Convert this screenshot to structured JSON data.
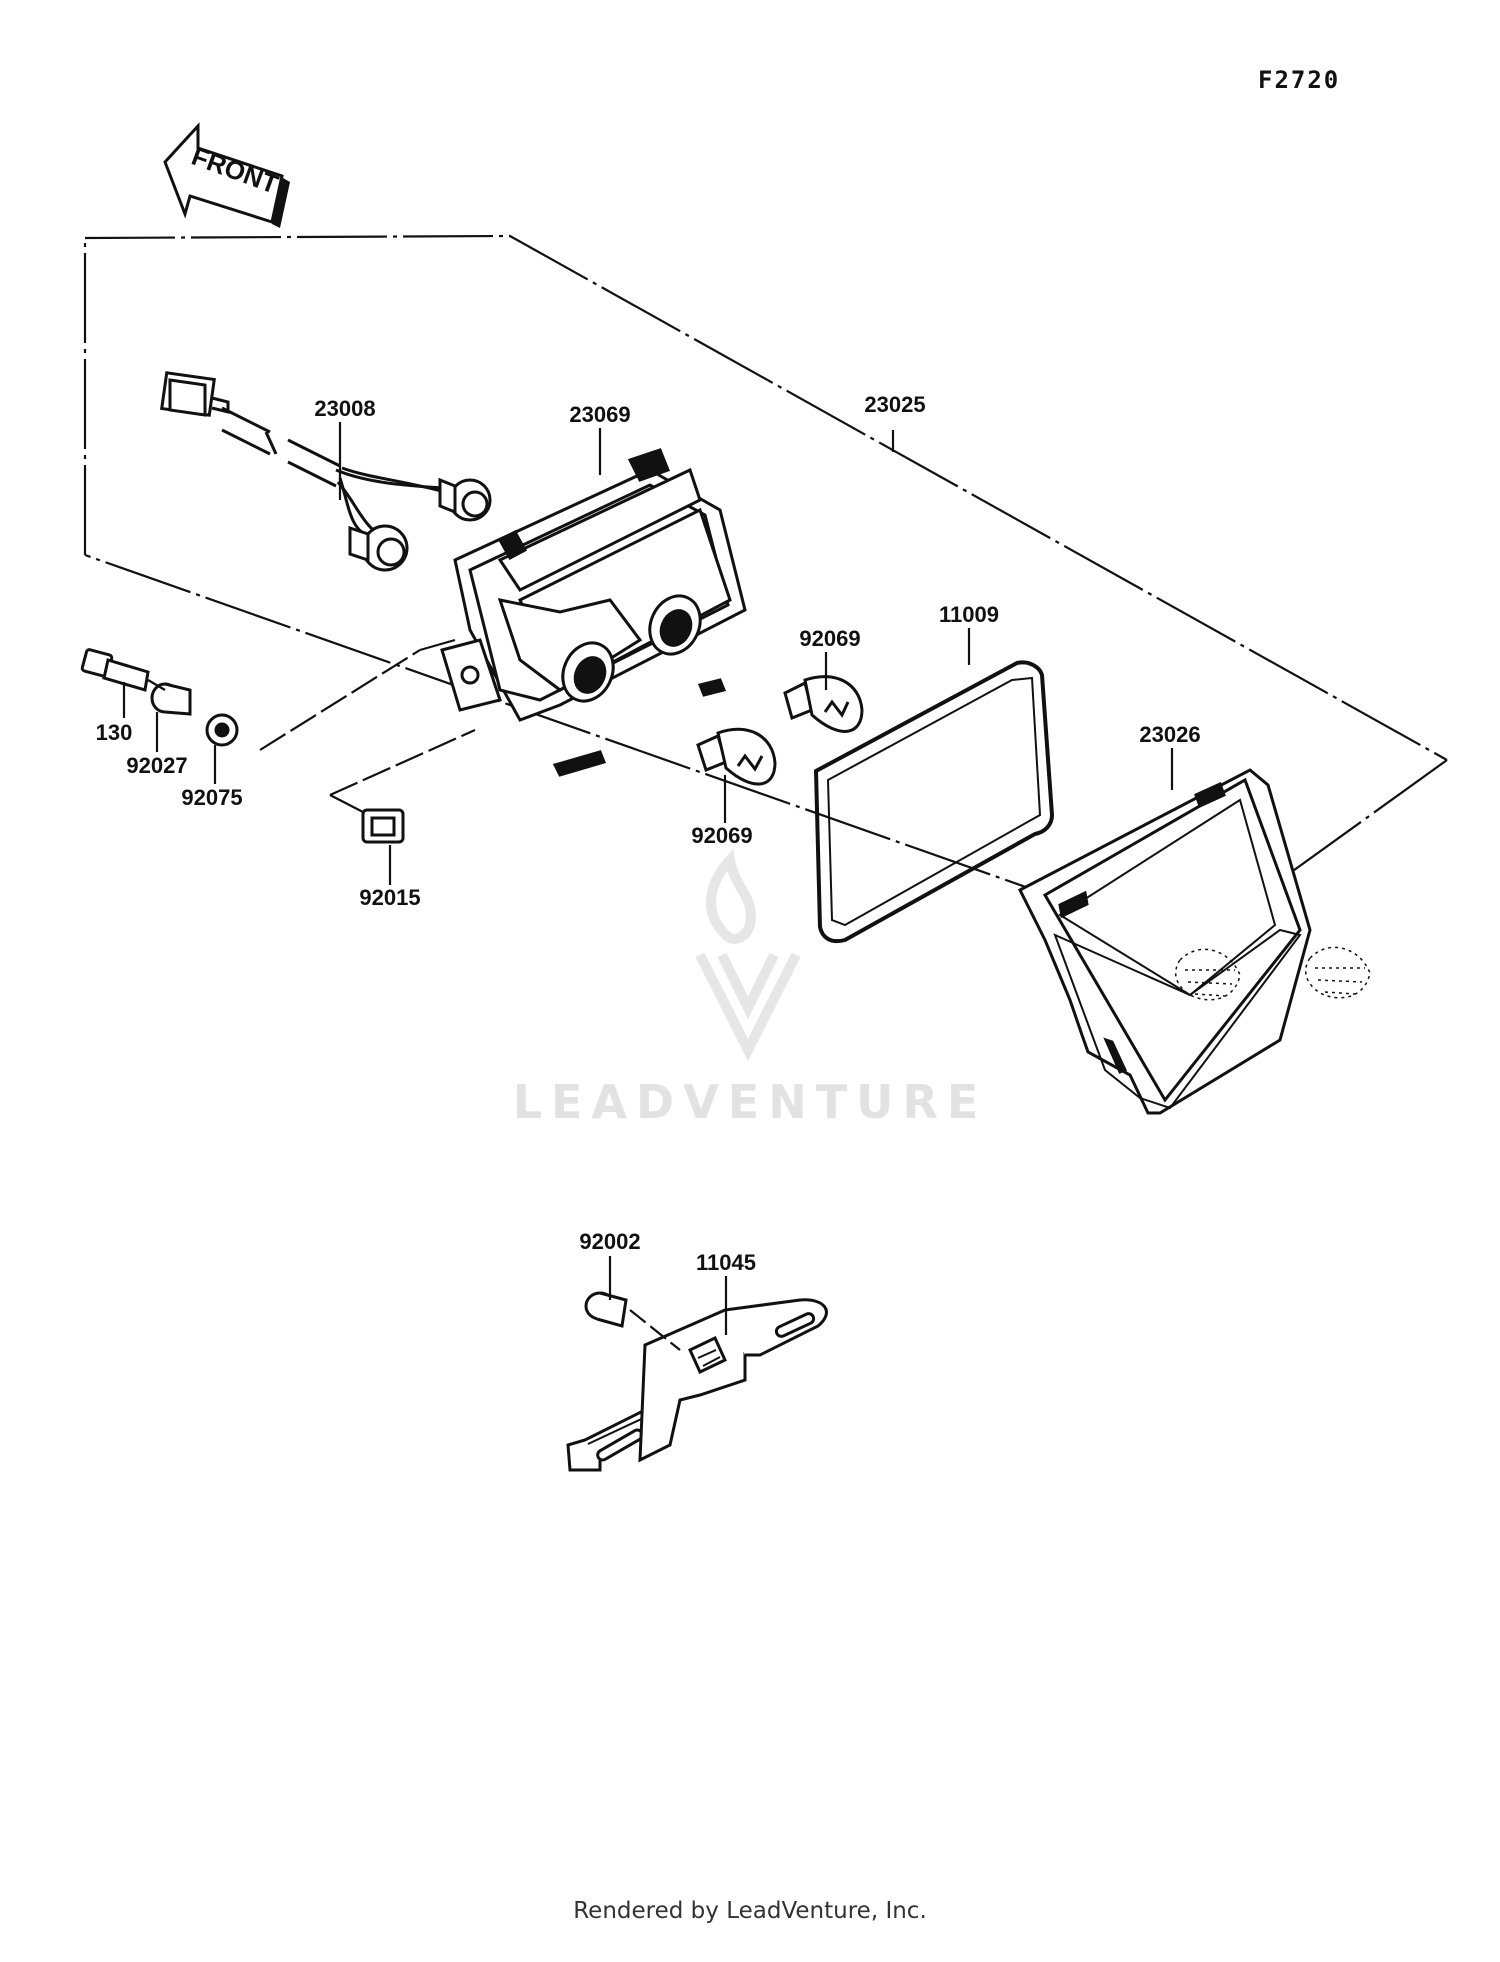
{
  "figure_code": "F2720",
  "front_arrow_label": "FRONT",
  "watermark_text": "LEADVENTURE",
  "footer_text": "Rendered by LeadVenture, Inc.",
  "labels": {
    "p23008": "23008",
    "p23069": "23069",
    "p23025": "23025",
    "p11009": "11009",
    "p92069_top": "92069",
    "p92069_bottom": "92069",
    "p23026": "23026",
    "p130": "130",
    "p92027": "92027",
    "p92075": "92075",
    "p92015": "92015",
    "p92002": "92002",
    "p11045": "11045"
  },
  "colors": {
    "line": "#111111",
    "watermark": "#e2e2e2"
  }
}
